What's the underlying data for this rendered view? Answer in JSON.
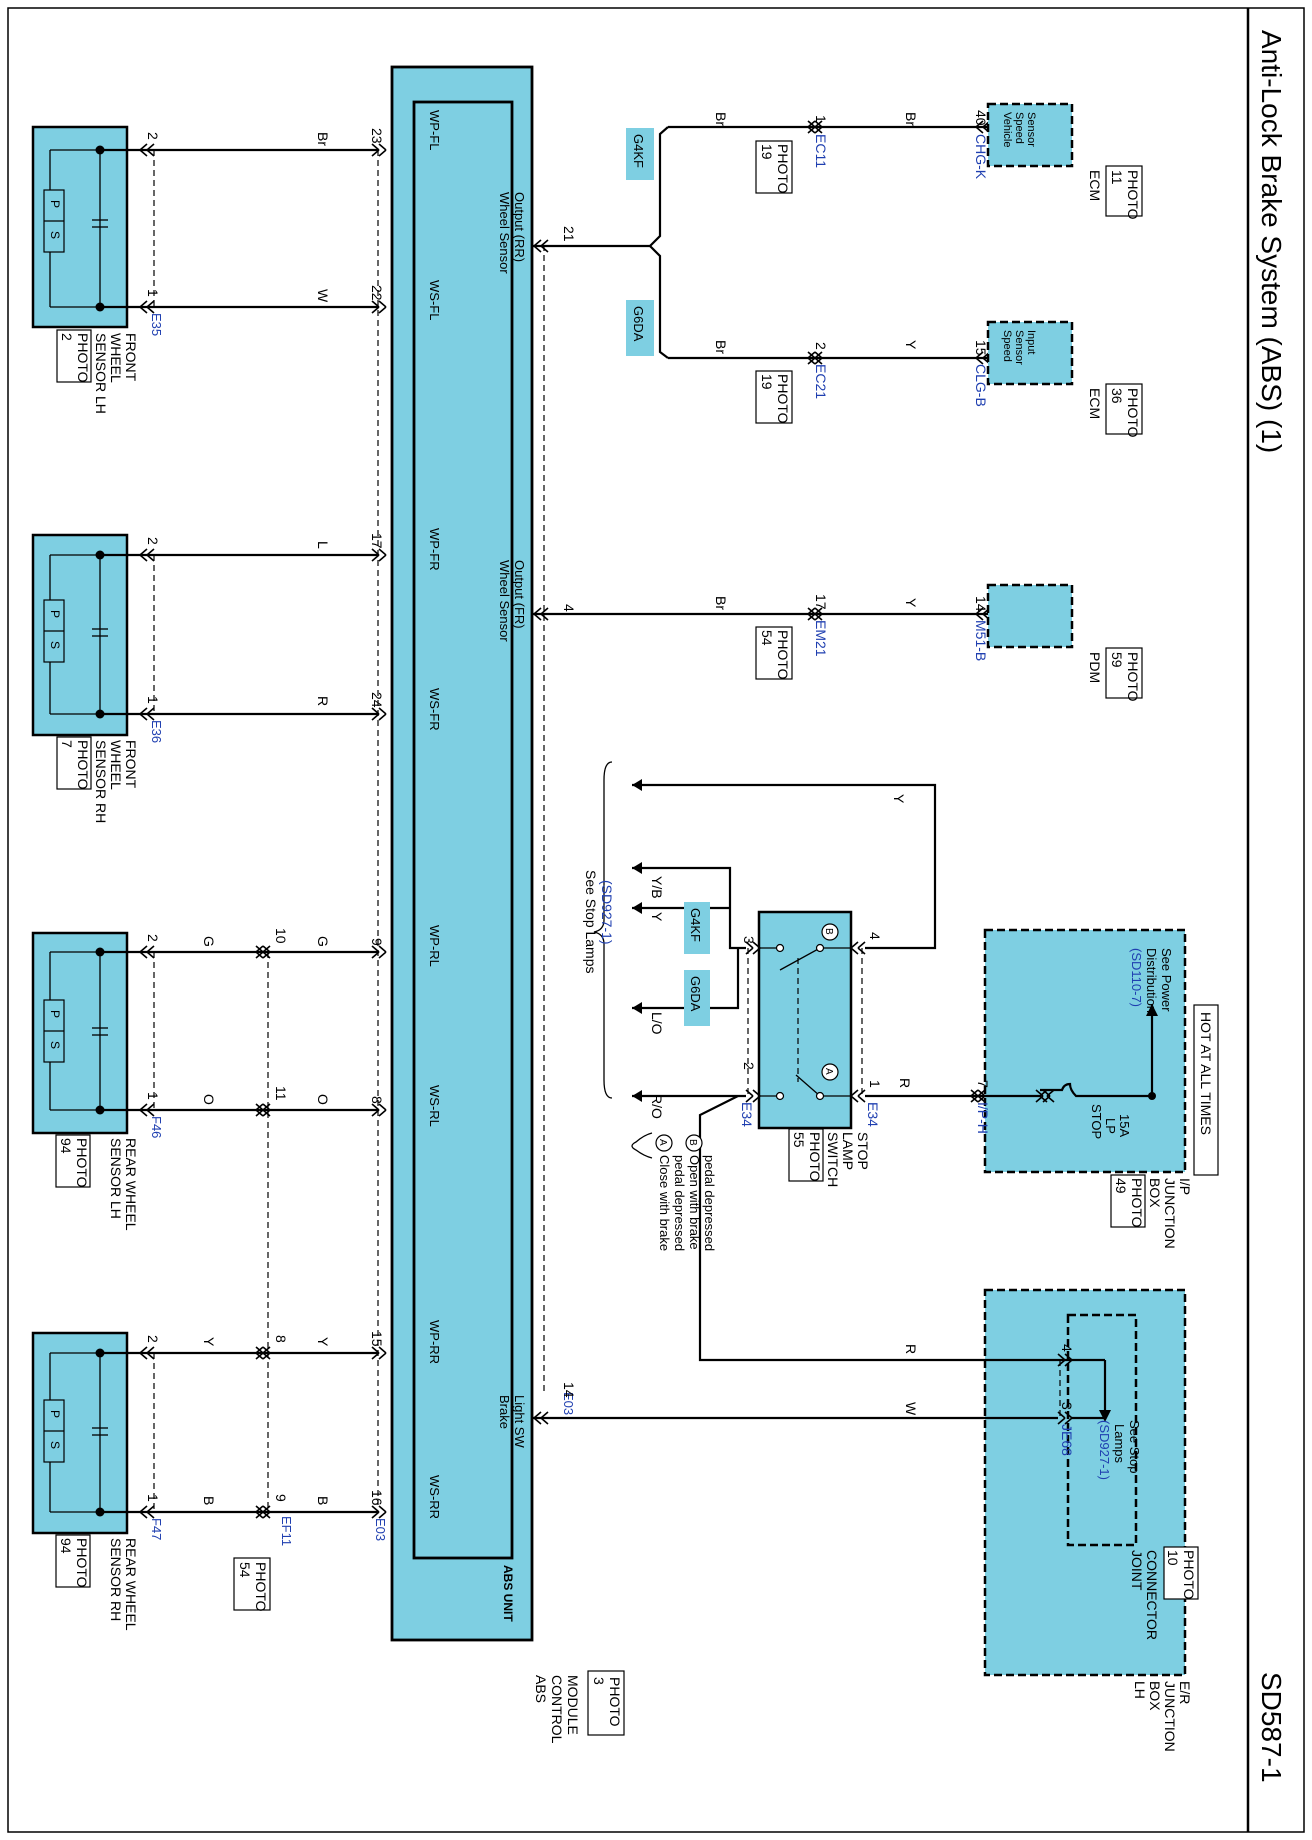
{
  "page": {
    "title": "Anti-Lock Brake System (ABS) (1)",
    "code": "SD587-1"
  },
  "colors": {
    "component_fill": "#7ecfe2",
    "conn_label": "#1f3fb0",
    "wire": "#000000"
  },
  "abs_module": {
    "inner_label": "ABS UNIT",
    "name_lines": [
      "ABS",
      "CONTROL",
      "MODULE"
    ],
    "photo": "PHOTO",
    "photo_num": "3",
    "left_connector": "E03",
    "bottom_connector": "E03",
    "wheel_rr_output": [
      "Wheel Sensor",
      "Output (RR)"
    ],
    "wheel_fr_output": [
      "Wheel Sensor",
      "Output (FR)"
    ],
    "brake_sw": [
      "Brake",
      "Light SW"
    ],
    "pin_rr_out": "21",
    "pin_fr_out": "4",
    "pin_brake": "14"
  },
  "sensors": [
    {
      "name_lines": [
        "FRONT",
        "WHEEL",
        "SENSOR LH"
      ],
      "photo": "PHOTO",
      "photo_num": "2",
      "connector": "E35",
      "top_pin": "2",
      "top_wire": "Br",
      "top_abs_pin": "23",
      "top_abs_label": "WP-FL",
      "bot_pin": "1",
      "bot_wire": "W",
      "bot_abs_pin": "22",
      "bot_abs_label": "WS-FL"
    },
    {
      "name_lines": [
        "FRONT",
        "WHEEL",
        "SENSOR RH"
      ],
      "photo": "PHOTO",
      "photo_num": "7",
      "connector": "E36",
      "top_pin": "2",
      "top_wire": "L",
      "top_abs_pin": "17",
      "top_abs_label": "WP-FR",
      "bot_pin": "1",
      "bot_wire": "R",
      "bot_abs_pin": "24",
      "bot_abs_label": "WS-FR"
    },
    {
      "name_lines": [
        "REAR WHEEL",
        "SENSOR LH"
      ],
      "photo": "PHOTO",
      "photo_num": "94",
      "connector": "F46",
      "top_pin": "2",
      "top_wire": "G",
      "top_mid_pin": "10",
      "top_mid_wire": "G",
      "top_abs_pin": "9",
      "top_abs_label": "WP-RL",
      "bot_pin": "1",
      "bot_wire": "O",
      "bot_mid_pin": "11",
      "bot_mid_wire": "O",
      "bot_abs_pin": "8",
      "bot_abs_label": "WS-RL"
    },
    {
      "name_lines": [
        "REAR WHEEL",
        "SENSOR RH"
      ],
      "photo": "PHOTO",
      "photo_num": "94",
      "connector": "F47",
      "top_pin": "2",
      "top_wire": "Y",
      "top_mid_pin": "8",
      "top_mid_wire": "Y",
      "top_abs_pin": "15",
      "top_abs_label": "WP-RR",
      "bot_pin": "1",
      "bot_wire": "B",
      "bot_mid_pin": "9",
      "bot_mid_wire": "B",
      "bot_abs_pin": "16",
      "bot_abs_label": "WS-RR"
    }
  ],
  "sensor_symbol": {
    "p": "P",
    "s": "S"
  },
  "ef11": {
    "connector": "EF11",
    "photo": "PHOTO",
    "photo_num": "54"
  },
  "ecm1": {
    "name": "ECM",
    "photo": "PHOTO",
    "photo_num": "11",
    "inside": [
      "Vehicle",
      "Speed",
      "Sensor"
    ],
    "pin": "40",
    "connector": "CHG-K",
    "wire_in": "Br",
    "ec_pin": "1",
    "ec_connector": "EC11",
    "ec_photo": "PHOTO",
    "ec_photo_num": "19",
    "wire_out": "Br",
    "variant": "G4KF"
  },
  "ecm2": {
    "name": "ECM",
    "photo": "PHOTO",
    "photo_num": "36",
    "inside": [
      "Speed",
      "Sensor",
      "Input"
    ],
    "pin": "15",
    "connector": "CLG-B",
    "wire_in": "Y",
    "ec_pin": "2",
    "ec_connector": "EC21",
    "ec_photo": "PHOTO",
    "ec_photo_num": "19",
    "wire_out": "Br",
    "variant": "G6DA"
  },
  "pdm": {
    "name": "PDM",
    "photo": "PHOTO",
    "photo_num": "59",
    "pin": "14",
    "connector": "M51-B",
    "wire_in": "Y",
    "em_pin": "17",
    "em_connector": "EM21",
    "em_photo": "PHOTO",
    "em_photo_num": "54",
    "wire_out": "Br"
  },
  "stop_switch": {
    "name_lines": [
      "STOP",
      "LAMP",
      "SWITCH"
    ],
    "photo": "PHOTO",
    "photo_num": "55",
    "conn_top": "E34",
    "conn_bottom": "E34",
    "pin4": "4",
    "pin3": "3",
    "pin1": "1",
    "pin2": "2",
    "contact_b": "B",
    "contact_a": "A",
    "wire_y": "Y",
    "wire_yb": "Y/B",
    "wire_y2": "Y",
    "wire_lo": "L/O",
    "wire_ro": "R/O",
    "wire_r": "R",
    "variant1": "G4KF",
    "variant2": "G6DA",
    "see_stop": [
      "See Stop Lamps",
      "(SD927-1)"
    ]
  },
  "legend": {
    "a_mark": "A",
    "a_text": [
      "Close with brake",
      "pedal depressed"
    ],
    "b_mark": "B",
    "b_text": [
      "Open with brake",
      "pedal depressed"
    ]
  },
  "ip_box": {
    "hot": "HOT AT ALL TIMES",
    "see_power": [
      "See Power",
      "Distribution"
    ],
    "see_power_ref": "(SD110-7)",
    "fuse": [
      "STOP",
      "LP",
      "15A"
    ],
    "name_lines": [
      "I/P",
      "JUNCTION",
      "BOX"
    ],
    "photo": "PHOTO",
    "photo_num": "49",
    "pin": "7",
    "connector": "I/P-H"
  },
  "er_box": {
    "name_lines": [
      "E/R",
      "JUNCTION",
      "BOX",
      "LH"
    ],
    "joint": [
      "JOINT",
      "CONNECTOR"
    ],
    "photo": "PHOTO",
    "photo_num": "10",
    "see_stop": [
      "See Stop",
      "Lamps"
    ],
    "see_stop_ref": "(SD927-1)",
    "pin4": "4",
    "pin3": "3",
    "connector": "JE68",
    "wire_r": "R",
    "wire_w": "W"
  }
}
